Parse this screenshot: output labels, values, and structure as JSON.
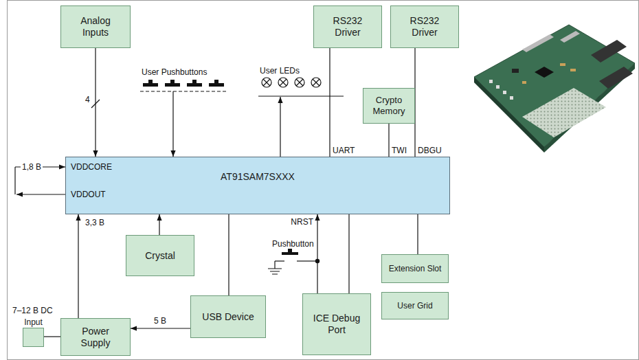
{
  "diagram": {
    "nodes": [
      {
        "text": [
          "Analog Inputs"
        ]
      },
      {
        "text": [
          "RS232 Driver"
        ]
      },
      {
        "text": [
          "RS232 Driver"
        ]
      },
      {
        "text": [
          "Crypto Memory"
        ]
      },
      {
        "text": [
          "AT91SAM7SXXX"
        ]
      },
      {
        "text": [
          "Crystal"
        ]
      },
      {
        "text": [
          "Extension Slot"
        ]
      },
      {
        "text": [
          "User Grid"
        ]
      },
      {
        "text": [
          "Input"
        ]
      },
      {
        "text": [
          "Power Supply"
        ]
      },
      {
        "text": [
          "USB Device"
        ]
      },
      {
        "text": [
          "ICE Debug Port"
        ]
      }
    ],
    "edges": [
      {
        "from": 0,
        "to": 4,
        "arrow": "to",
        "label": "4"
      },
      {
        "from": 1,
        "to": 4,
        "arrow": "none"
      },
      {
        "from": 3,
        "to": 4,
        "arrow": "none"
      },
      {
        "from": 2,
        "to": 4,
        "arrow": "none"
      },
      {
        "from": 9,
        "to": 4,
        "arrow": "to",
        "label": "3,3 В"
      },
      {
        "from": 5,
        "to": 4,
        "arrow": "to"
      },
      {
        "from": 10,
        "to": 4,
        "arrow": "none"
      },
      {
        "from": 11,
        "to": 4,
        "arrow": "to"
      },
      {
        "from": 11,
        "to": 4,
        "arrow": "none"
      },
      {
        "from": 4,
        "to": 6,
        "arrow": "none"
      },
      {
        "from": 10,
        "to": 9,
        "arrow": "to",
        "label": "5 В"
      },
      {
        "from": 8,
        "to": 9,
        "arrow": "none"
      }
    ],
    "labels": [
      "User Pushbuttons",
      "User LEDs",
      "UART",
      "TWI",
      "DBGU",
      "1,8 В",
      "VDDCORE",
      "VDDOUT",
      "NRST",
      "Pushbutton",
      "7–12 В DC"
    ]
  }
}
